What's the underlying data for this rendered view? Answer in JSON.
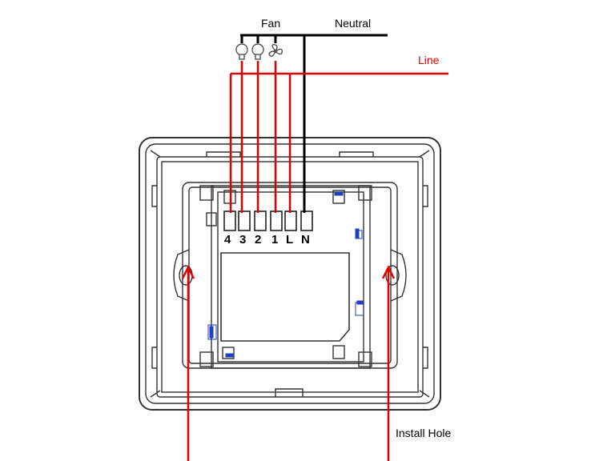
{
  "labels": {
    "fan": "Fan",
    "neutral": "Neutral",
    "line": "Line",
    "install_hole": "Install Hole"
  },
  "terminals": [
    "4",
    "3",
    "2",
    "1",
    "L",
    "N"
  ],
  "loads": [
    {
      "icon": "bulb-icon"
    },
    {
      "icon": "bulb-icon"
    },
    {
      "icon": "fan-icon"
    }
  ],
  "colors": {
    "line_wire": "#e00000",
    "neutral_wire": "#000000",
    "frame": "#333333",
    "accent_blue": "#1f3fbf"
  }
}
